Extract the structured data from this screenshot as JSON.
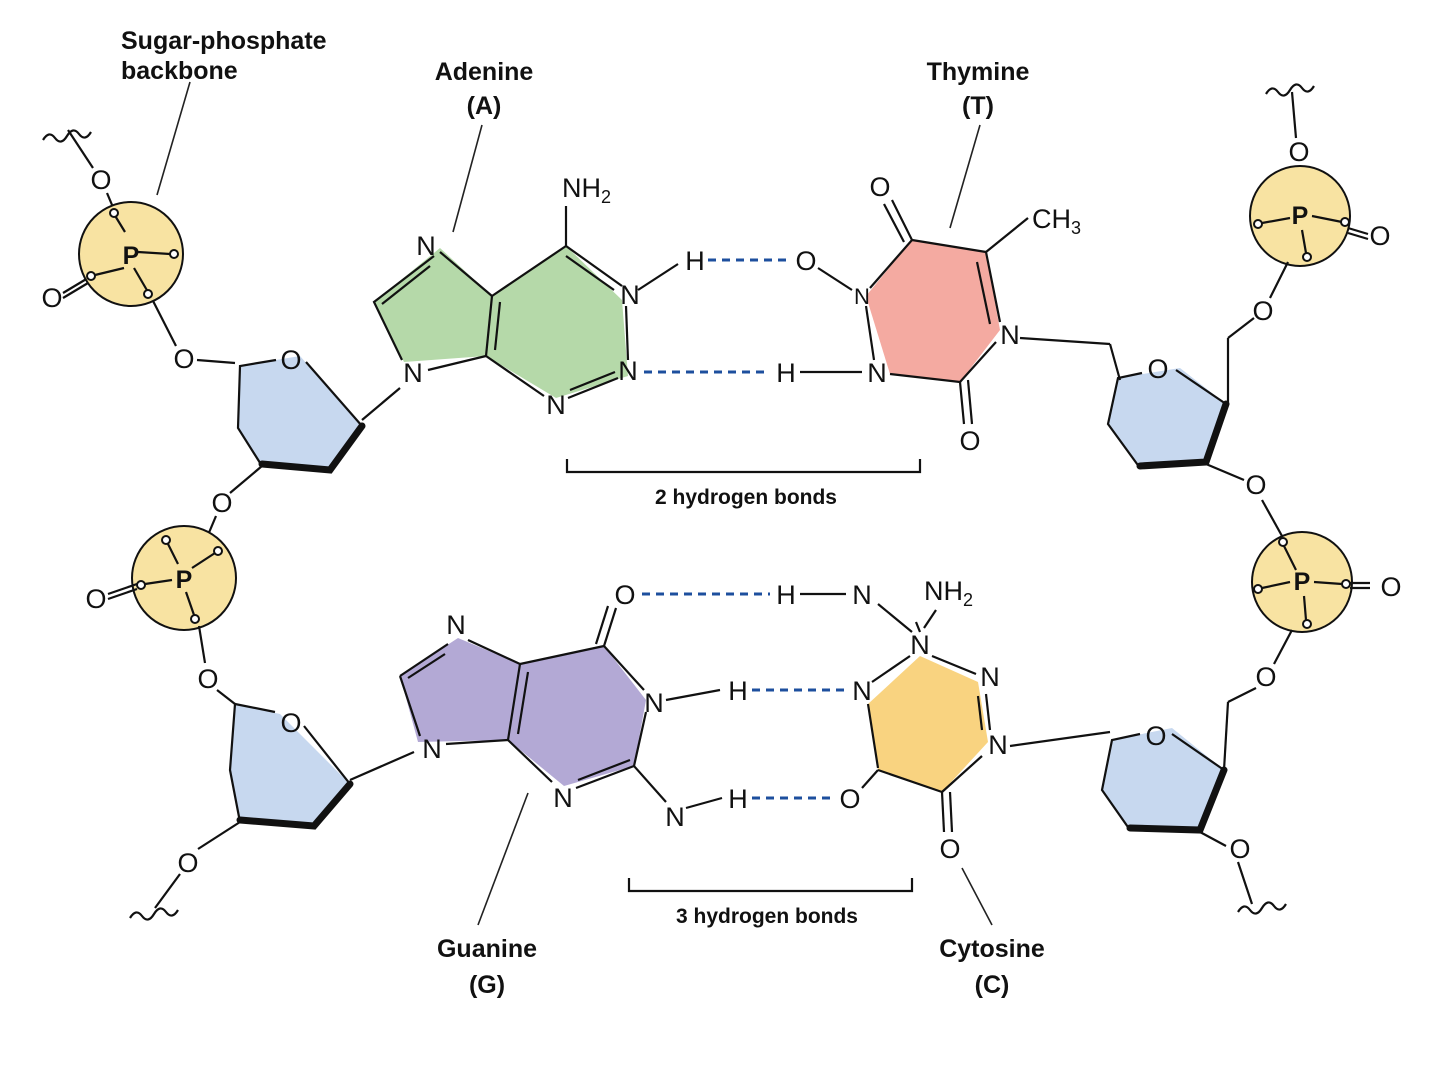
{
  "labels": {
    "backbone": [
      "Sugar-phosphate",
      "backbone"
    ],
    "adenine": [
      "Adenine",
      "(A)"
    ],
    "thymine": [
      "Thymine",
      "(T)"
    ],
    "guanine": [
      "Guanine",
      "(G)"
    ],
    "cytosine": [
      "Cytosine",
      "(C)"
    ],
    "bonds_at": "2 hydrogen bonds",
    "bonds_gc": "3 hydrogen bonds"
  },
  "atoms": {
    "nitrogen": "N",
    "oxygen": "O",
    "hydrogen": "H",
    "phosphorus": "P",
    "amine": "NH",
    "methyl": "CH",
    "sub2": "2",
    "sub3": "3"
  },
  "colors": {
    "adenine": "#b5d9a9",
    "thymine": "#f4aaa1",
    "guanine": "#b3a9d5",
    "cytosine": "#f9d380",
    "sugar": "#c7d8ef",
    "phosphate": "#f8e3a2",
    "hydrogen_bond": "#1d4f9e"
  }
}
